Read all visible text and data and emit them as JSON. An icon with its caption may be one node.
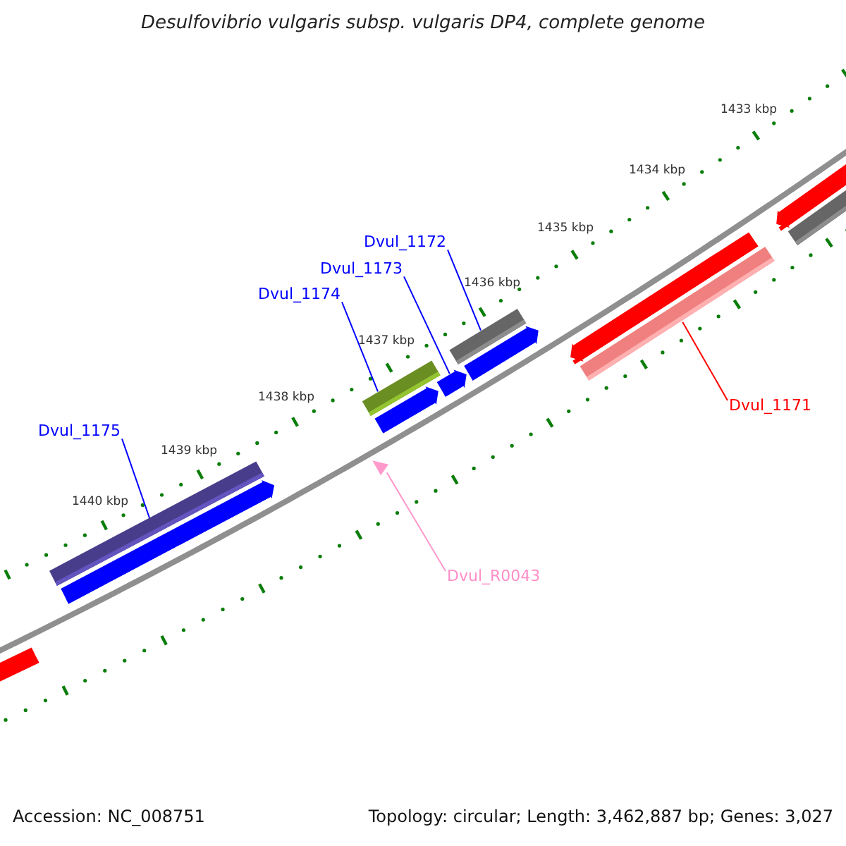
{
  "diagram": {
    "title": "Desulfovibrio vulgaris subsp. vulgaris DP4, complete genome",
    "nodes": [
      {
        "text": [
          "Dvul_1175"
        ]
      },
      {
        "text": [],
        "shape": "bar"
      },
      {
        "text": [
          "Dvul_1174"
        ]
      },
      {
        "text": [],
        "shape": "bar"
      },
      {
        "text": [
          "Dvul_1173"
        ]
      },
      {
        "text": [],
        "shape": "bar"
      },
      {
        "text": [
          "Dvul_1172"
        ]
      },
      {
        "text": [],
        "shape": "bar"
      },
      {
        "text": [
          "Dvul_1171"
        ]
      },
      {
        "text": [],
        "shape": "bar"
      },
      {
        "text": [
          "Dvul_R0043"
        ]
      },
      {
        "text": [],
        "shape": "triangle"
      },
      {
        "text": [],
        "shape": "bar"
      },
      {
        "text": [],
        "shape": "bar"
      },
      {
        "text": [],
        "shape": "bar"
      },
      {
        "text": [],
        "shape": "bar"
      },
      {
        "text": [],
        "shape": "bar"
      },
      {
        "text": [],
        "shape": "bar"
      },
      {
        "text": [],
        "shape": "bar"
      }
    ],
    "edges": [
      {
        "from": 0,
        "to": 1,
        "arrow": "none"
      },
      {
        "from": 2,
        "to": 3,
        "arrow": "none"
      },
      {
        "from": 4,
        "to": 5,
        "arrow": "none"
      },
      {
        "from": 6,
        "to": 7,
        "arrow": "none"
      },
      {
        "from": 8,
        "to": 9,
        "arrow": "none",
        "color": "#ff0000"
      },
      {
        "from": 10,
        "to": 11,
        "arrow": "none",
        "color": "#ff99cc"
      }
    ],
    "labels": [
      "1433 kbp",
      "1434 kbp",
      "1435 kbp",
      "1436 kbp",
      "1437 kbp",
      "1438 kbp",
      "1439 kbp",
      "1440 kbp",
      "Accession: NC_008751",
      "Topology: circular; Length: 3,462,887 bp; Genes: 3,027"
    ]
  }
}
